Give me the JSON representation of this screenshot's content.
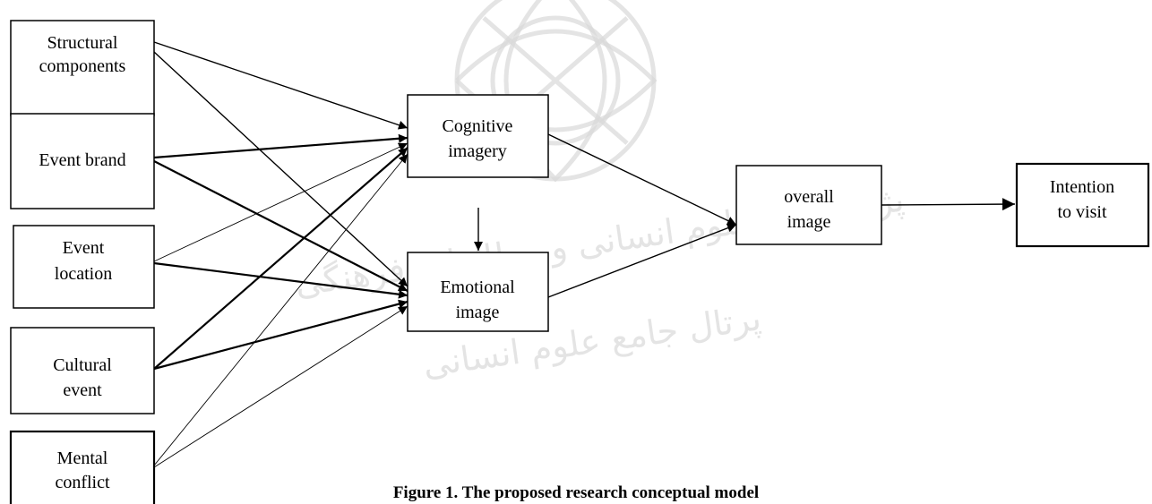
{
  "nodes": {
    "structural": {
      "line1": "Structural",
      "line2": "components"
    },
    "brand": {
      "line1": "Event brand"
    },
    "location": {
      "line1": "Event",
      "line2": "location"
    },
    "cultural": {
      "line1": "Cultural",
      "line2": "event"
    },
    "mental": {
      "line1": "Mental",
      "line2": "conflict"
    },
    "cognitive": {
      "line1": "Cognitive",
      "line2": "imagery"
    },
    "emotional": {
      "line1": "Emotional",
      "line2": "image"
    },
    "overall": {
      "line1": "overall",
      "line2": "image"
    },
    "intention": {
      "line1": "Intention",
      "line2": "to visit"
    }
  },
  "edges": [
    {
      "from": "Structural components",
      "to": "Cognitive imagery"
    },
    {
      "from": "Structural components",
      "to": "Emotional image"
    },
    {
      "from": "Event brand",
      "to": "Cognitive imagery"
    },
    {
      "from": "Event brand",
      "to": "Emotional image"
    },
    {
      "from": "Event location",
      "to": "Cognitive imagery"
    },
    {
      "from": "Event location",
      "to": "Emotional image"
    },
    {
      "from": "Cultural event",
      "to": "Cognitive imagery"
    },
    {
      "from": "Cultural event",
      "to": "Emotional image"
    },
    {
      "from": "Mental conflict",
      "to": "Cognitive imagery"
    },
    {
      "from": "Mental conflict",
      "to": "Emotional image"
    },
    {
      "from": "Cognitive imagery",
      "to": "Emotional image"
    },
    {
      "from": "Cognitive imagery",
      "to": "overall image"
    },
    {
      "from": "Emotional image",
      "to": "overall image"
    },
    {
      "from": "overall image",
      "to": "Intention to visit"
    }
  ],
  "caption": "Figure 1. The proposed research conceptual model"
}
